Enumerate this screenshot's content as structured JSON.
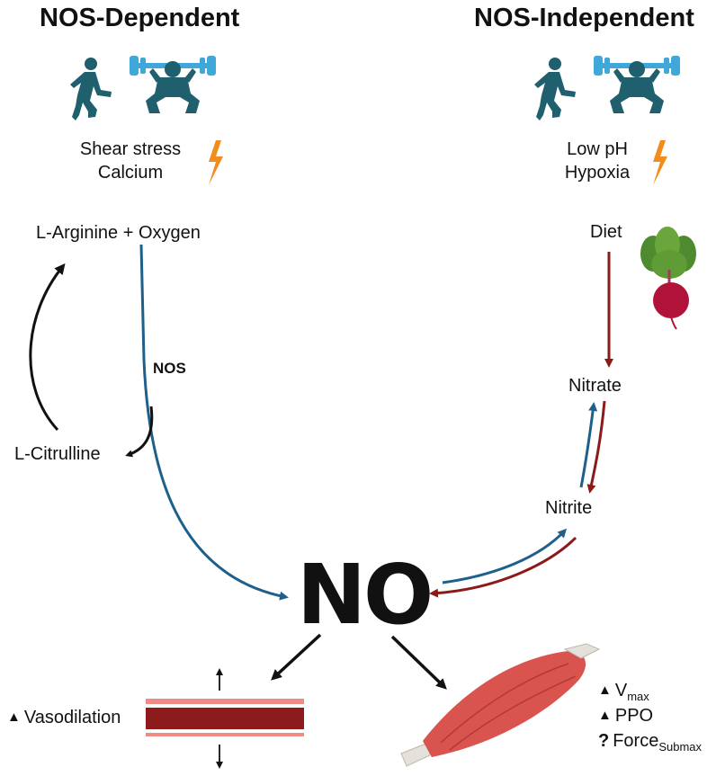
{
  "left": {
    "title": "NOS-Dependent",
    "triggers": [
      "Shear stress",
      "Calcium"
    ],
    "substrate": "L-Arginine + Oxygen",
    "enzyme": "NOS",
    "byproduct": "L-Citrulline"
  },
  "right": {
    "title": "NOS-Independent",
    "triggers": [
      "Low pH",
      "Hypoxia"
    ],
    "source": "Diet",
    "nitrate": "Nitrate",
    "nitrite": "Nitrite"
  },
  "center": {
    "label": "NO"
  },
  "effects": {
    "vasodilation": "Vasodilation",
    "vmax_main": "V",
    "vmax_sub": "max",
    "ppo": "PPO",
    "force_prefix": "?",
    "force_main": "Force",
    "force_sub": "Submax",
    "up_symbol": "▲"
  },
  "colors": {
    "blue_arrow": "#1e5f8c",
    "red_arrow": "#8b1a1a",
    "icon_teal": "#1f5f6e",
    "barbell_blue": "#3fa8d8",
    "lightning": "#f28c1c",
    "vessel_dark": "#8e1b1b",
    "vessel_light": "#f08a84",
    "muscle": "#d9534f"
  }
}
